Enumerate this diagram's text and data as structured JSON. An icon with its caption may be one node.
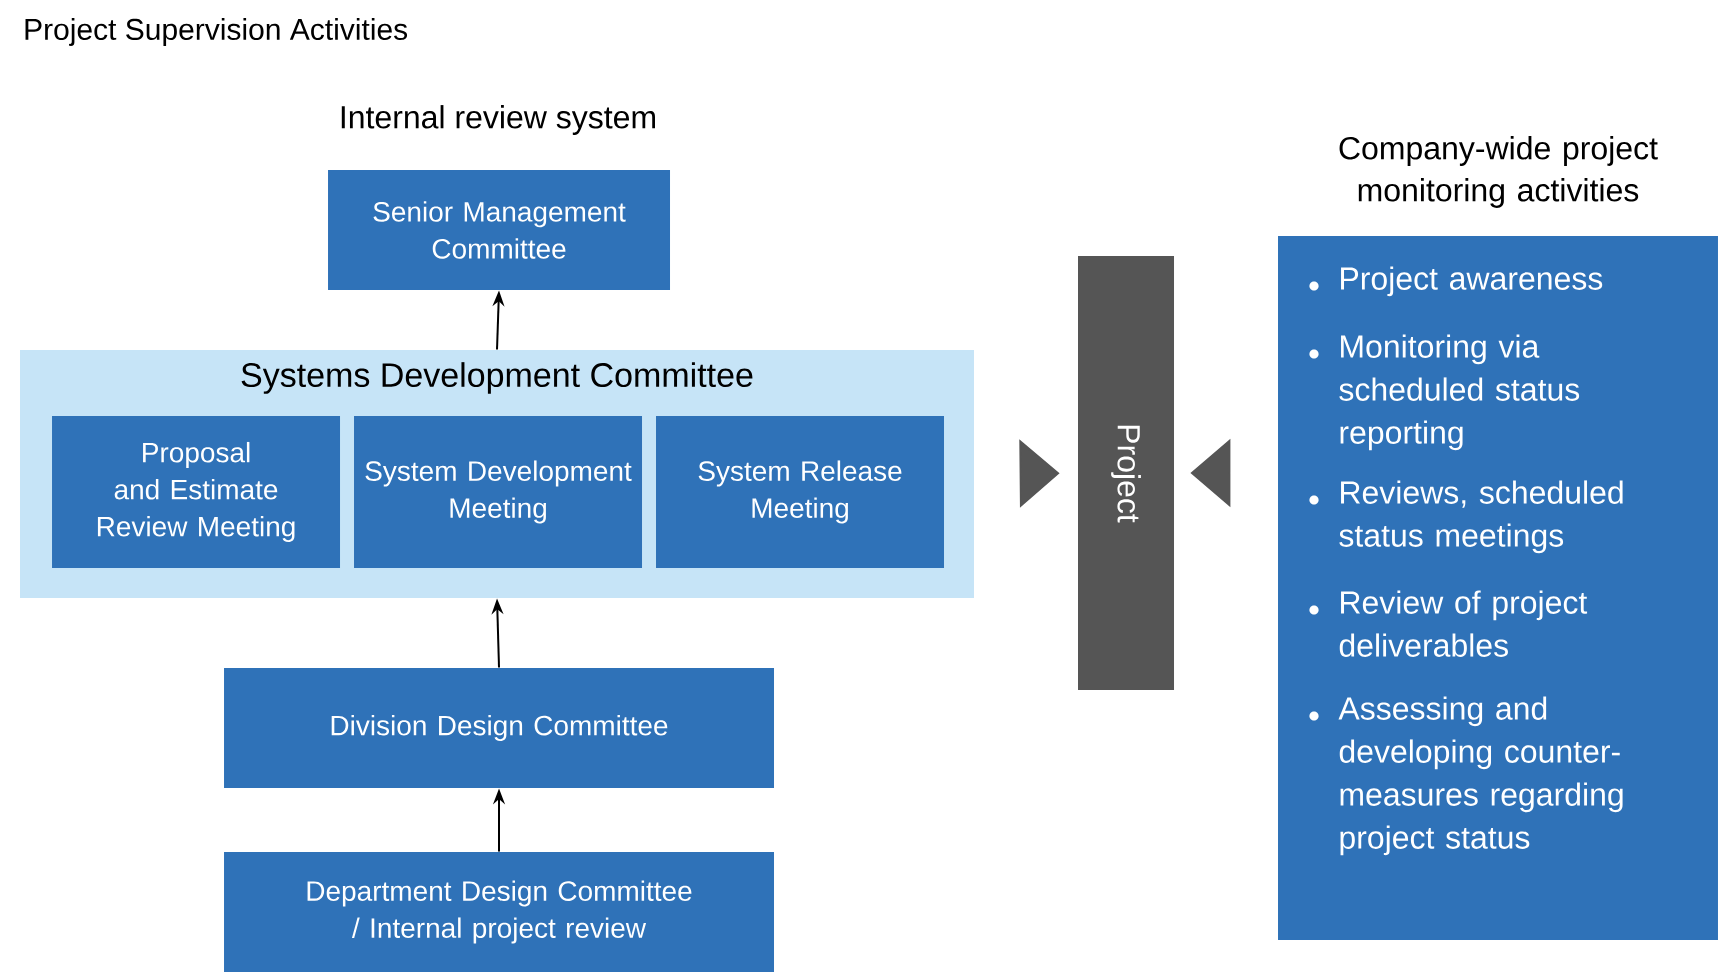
{
  "diagram": {
    "title": "Project Supervision Activities",
    "nodes": [
      {
        "text": [
          "Senior Management Committee"
        ]
      },
      {
        "text": [
          "Systems Development Committee"
        ]
      },
      {
        "text": [
          "Proposal and Estimate Review Meeting"
        ],
        "in": 1
      },
      {
        "text": [
          "System Development Meeting"
        ],
        "in": 1
      },
      {
        "text": [
          "System Release Meeting"
        ],
        "in": 1
      },
      {
        "text": [
          "Division Design Committee"
        ]
      },
      {
        "text": [
          "Department Design Committee / Internal project review"
        ]
      },
      {
        "text": [
          "Project"
        ]
      },
      {
        "text": [
          "Company-wide project monitoring activities",
          "Project awareness",
          "Monitoring via scheduled status reporting",
          "Reviews, scheduled status meetings",
          "Review of project deliverables",
          "Assessing and developing counter-measures regarding project status"
        ]
      }
    ],
    "edges": [
      {
        "from": 1,
        "to": 0,
        "arrow": "to"
      },
      {
        "from": 5,
        "to": 1,
        "arrow": "to"
      },
      {
        "from": 6,
        "to": 5,
        "arrow": "to"
      },
      {
        "from": 1,
        "to": 7,
        "arrow": "to",
        "style": "thick",
        "color": "#555555"
      },
      {
        "from": 8,
        "to": 7,
        "arrow": "to",
        "style": "thick",
        "color": "#555555"
      }
    ],
    "labels": [
      "Internal review system"
    ]
  }
}
